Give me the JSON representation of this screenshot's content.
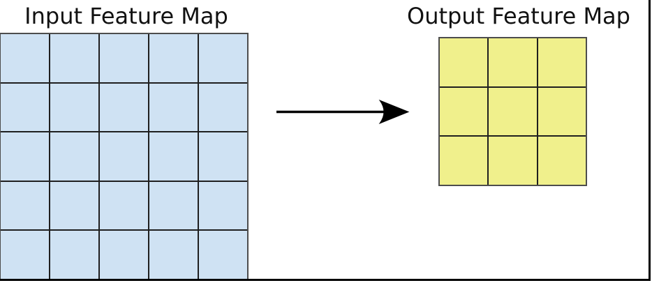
{
  "diagram": {
    "type": "cnn-feature-map-transformation",
    "background": "#ffffff",
    "frame_color": "#000000",
    "grid_line_color": "#1f1f1f",
    "title_color": "#111111"
  },
  "input_map": {
    "label": "Input Feature Map",
    "rows": 5,
    "cols": 5,
    "cell_color": "#cfe2f3"
  },
  "output_map": {
    "label": "Output Feature Map",
    "rows": 3,
    "cols": 3,
    "cell_color": "#f0f08c"
  },
  "arrow": {
    "direction": "right",
    "color": "#000000"
  }
}
